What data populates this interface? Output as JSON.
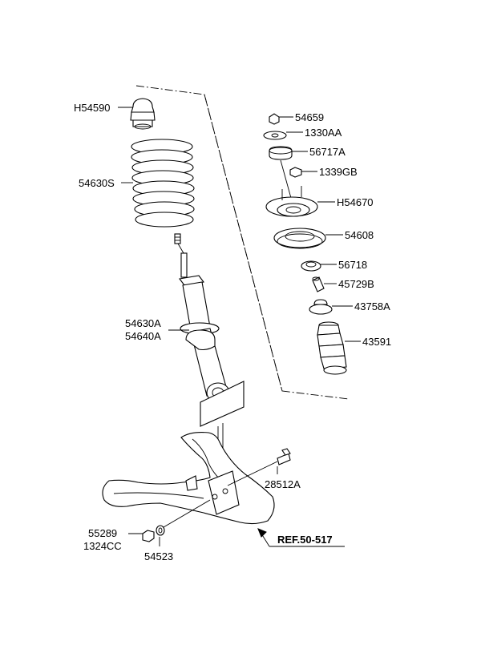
{
  "labels": {
    "h54590": "H54590",
    "p54630s": "54630S",
    "p54630a": "54630A",
    "p54640a": "54640A",
    "p54659": "54659",
    "p1330aa": "1330AA",
    "p56717a": "56717A",
    "p1339gb": "1339GB",
    "h54670": "H54670",
    "p54608": "54608",
    "p56718": "56718",
    "p45729b": "45729B",
    "p43758a": "43758A",
    "p43591": "43591",
    "p28512a": "28512A",
    "p55289": "55289",
    "p1324cc": "1324CC",
    "p54523": "54523"
  },
  "reference": "REF.50-517"
}
